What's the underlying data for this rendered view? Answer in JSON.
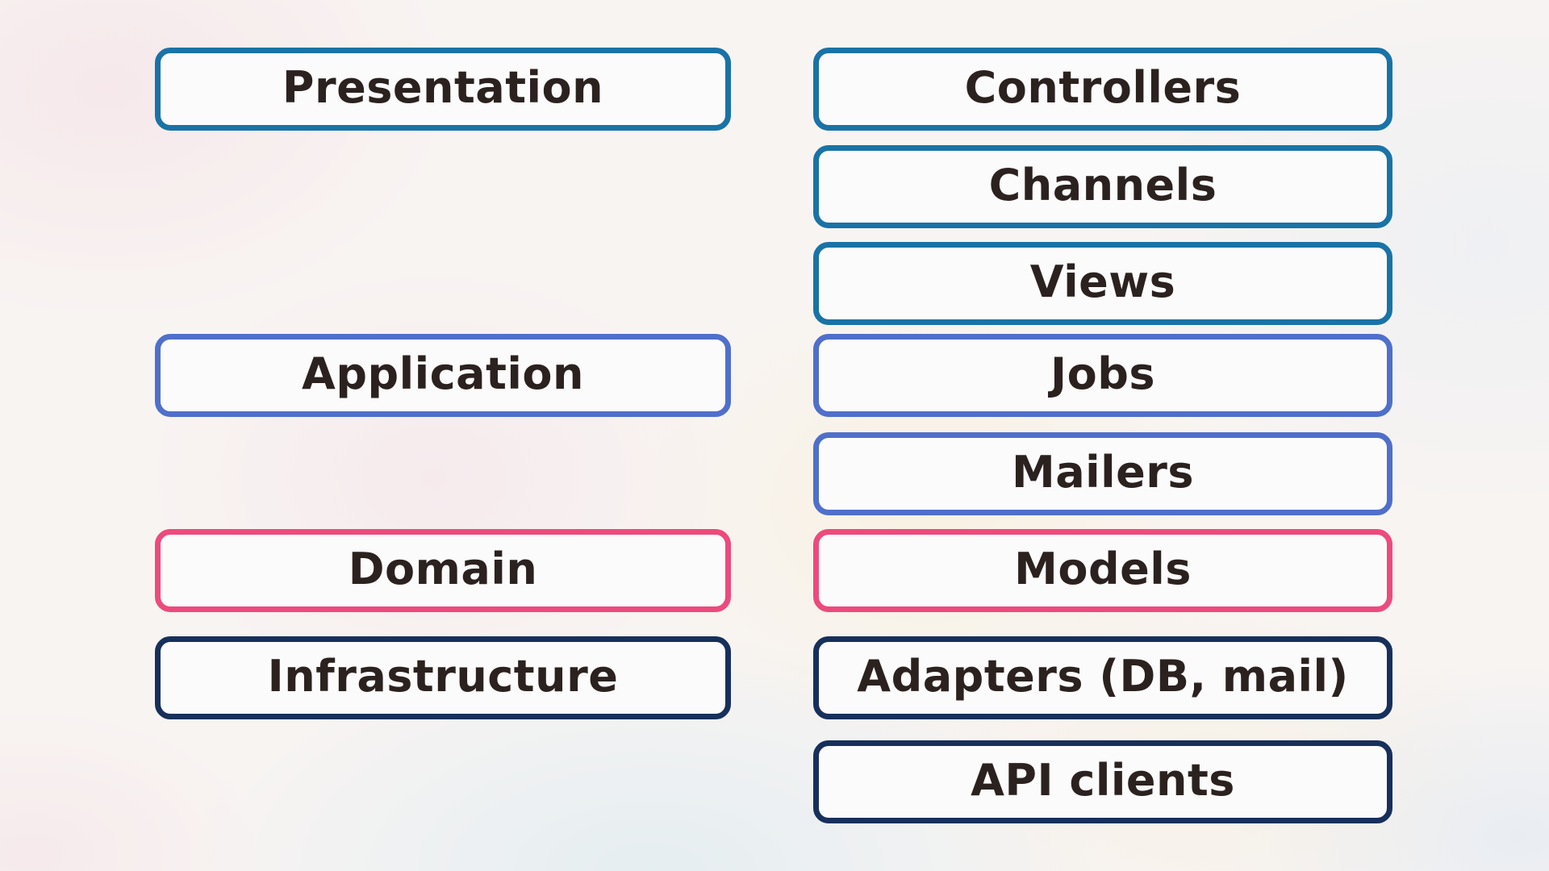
{
  "colors": {
    "teal": "#1973a6",
    "blue": "#4f6fcb",
    "pink": "#ed4a7d",
    "navy": "#17305b",
    "text": "#2b2220",
    "box_fill": "#fcfbfb",
    "background": "#f8f4f2"
  },
  "layers_column": {
    "boxes": [
      {
        "label": "Presentation",
        "group": "teal"
      },
      {
        "label": "Application",
        "group": "blue"
      },
      {
        "label": "Domain",
        "group": "pink"
      },
      {
        "label": "Infrastructure",
        "group": "navy"
      }
    ]
  },
  "components_column": {
    "boxes": [
      {
        "label": "Controllers",
        "group": "teal"
      },
      {
        "label": "Channels",
        "group": "teal"
      },
      {
        "label": "Views",
        "group": "teal"
      },
      {
        "label": "Jobs",
        "group": "blue"
      },
      {
        "label": "Mailers",
        "group": "blue"
      },
      {
        "label": "Models",
        "group": "pink"
      },
      {
        "label": "Adapters (DB, mail)",
        "group": "navy"
      },
      {
        "label": "API clients",
        "group": "navy"
      }
    ]
  }
}
